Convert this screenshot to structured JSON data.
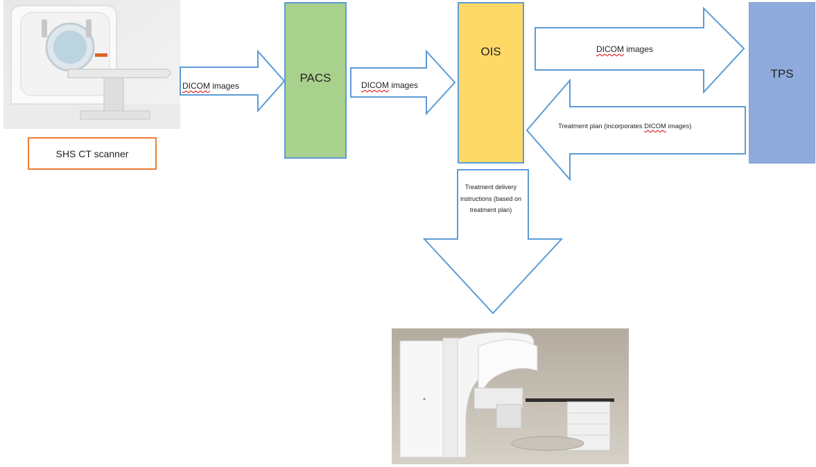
{
  "nodes": {
    "pacs": "PACS",
    "ois": "OIS",
    "tps": "TPS"
  },
  "arrows": {
    "ct_to_pacs": {
      "word1": "DICOM",
      "word2": " images"
    },
    "pacs_to_ois": {
      "word1": "DICOM",
      "word2": " images"
    },
    "ois_to_tps": {
      "word1": "DICOM",
      "word2": " images"
    },
    "tps_to_ois": {
      "pre": "Treatment plan (incorporates ",
      "word": "DICOM",
      "post": " images)"
    },
    "ois_to_linac": "Treatment delivery instructions (based on treatment plan)"
  },
  "scanner": {
    "label": "SHS CT scanner"
  },
  "colors": {
    "pacs": "#a9d18e",
    "ois": "#ffd966",
    "tps": "#8faadc",
    "arrow_outline": "#5b9bd5",
    "scanner_label_border": "#ed7d31"
  }
}
